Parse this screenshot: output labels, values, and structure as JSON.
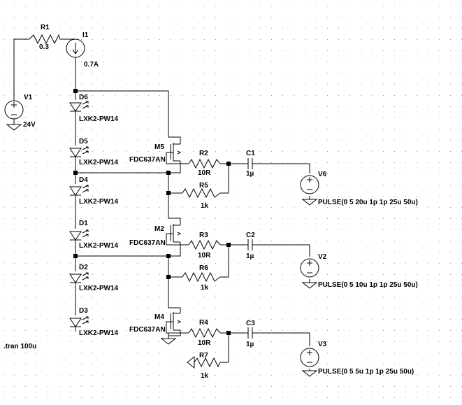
{
  "schematic": {
    "directive": ".tran 100u",
    "components": {
      "R1": {
        "name": "R1",
        "value": "0.3"
      },
      "I1": {
        "name": "I1",
        "value": "0.7A"
      },
      "V1": {
        "name": "V1",
        "value": "24V"
      },
      "D6": {
        "name": "D6",
        "model": "LXK2-PW14"
      },
      "D5": {
        "name": "D5",
        "model": "LXK2-PW14"
      },
      "D4": {
        "name": "D4",
        "model": "LXK2-PW14"
      },
      "D1": {
        "name": "D1",
        "model": "LXK2-PW14"
      },
      "D2": {
        "name": "D2",
        "model": "LXK2-PW14"
      },
      "D3": {
        "name": "D3",
        "model": "LXK2-PW14"
      },
      "M5": {
        "name": "M5",
        "model": "FDC637AN"
      },
      "M2": {
        "name": "M2",
        "model": "FDC637AN"
      },
      "M4": {
        "name": "M4",
        "model": "FDC637AN"
      },
      "R2": {
        "name": "R2",
        "value": "10R"
      },
      "R5": {
        "name": "R5",
        "value": "1k"
      },
      "R3": {
        "name": "R3",
        "value": "10R"
      },
      "R6": {
        "name": "R6",
        "value": "1k"
      },
      "R4": {
        "name": "R4",
        "value": "10R"
      },
      "R7": {
        "name": "R7",
        "value": "1k"
      },
      "C1": {
        "name": "C1",
        "value": "1µ"
      },
      "C2": {
        "name": "C2",
        "value": "1µ"
      },
      "C3": {
        "name": "C3",
        "value": "1µ"
      },
      "V6": {
        "name": "V6",
        "value": "PULSE(0 5 20u 1p 1p 25u 50u)"
      },
      "V2": {
        "name": "V2",
        "value": "PULSE(0 5 10u 1p 1p 25u 50u)"
      },
      "V3": {
        "name": "V3",
        "value": "PULSE(0 5 5u 1p 1p 25u 50u)"
      }
    }
  }
}
